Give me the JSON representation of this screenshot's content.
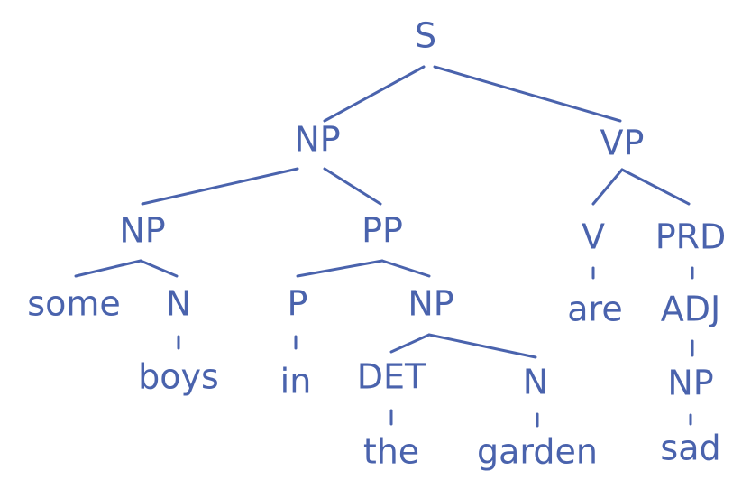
{
  "color": "#4a63ad",
  "tree": {
    "nodes": {
      "s": {
        "label": "S"
      },
      "np": {
        "label": "NP"
      },
      "vp": {
        "label": "VP"
      },
      "np2": {
        "label": "NP"
      },
      "pp": {
        "label": "PP"
      },
      "v": {
        "label": "V"
      },
      "prd": {
        "label": "PRD"
      },
      "some": {
        "label": "some"
      },
      "n1": {
        "label": "N"
      },
      "p": {
        "label": "P"
      },
      "np3": {
        "label": "NP"
      },
      "are": {
        "label": "are"
      },
      "adj": {
        "label": "ADJ"
      },
      "boys": {
        "label": "boys"
      },
      "in": {
        "label": "in"
      },
      "det": {
        "label": "DET"
      },
      "n2": {
        "label": "N"
      },
      "np4": {
        "label": "NP"
      },
      "the": {
        "label": "the"
      },
      "garden": {
        "label": "garden"
      },
      "sad": {
        "label": "sad"
      }
    },
    "edges": [
      [
        "s",
        "np"
      ],
      [
        "s",
        "vp"
      ],
      [
        "np",
        "np2"
      ],
      [
        "np",
        "pp"
      ],
      [
        "vp",
        "v"
      ],
      [
        "vp",
        "prd"
      ],
      [
        "np2",
        "some"
      ],
      [
        "np2",
        "n1"
      ],
      [
        "pp",
        "p"
      ],
      [
        "pp",
        "np3"
      ],
      [
        "v",
        "are"
      ],
      [
        "prd",
        "adj"
      ],
      [
        "n1",
        "boys"
      ],
      [
        "p",
        "in"
      ],
      [
        "np3",
        "det"
      ],
      [
        "np3",
        "n2"
      ],
      [
        "adj",
        "np4"
      ],
      [
        "det",
        "the"
      ],
      [
        "n2",
        "garden"
      ],
      [
        "np4",
        "sad"
      ]
    ]
  }
}
